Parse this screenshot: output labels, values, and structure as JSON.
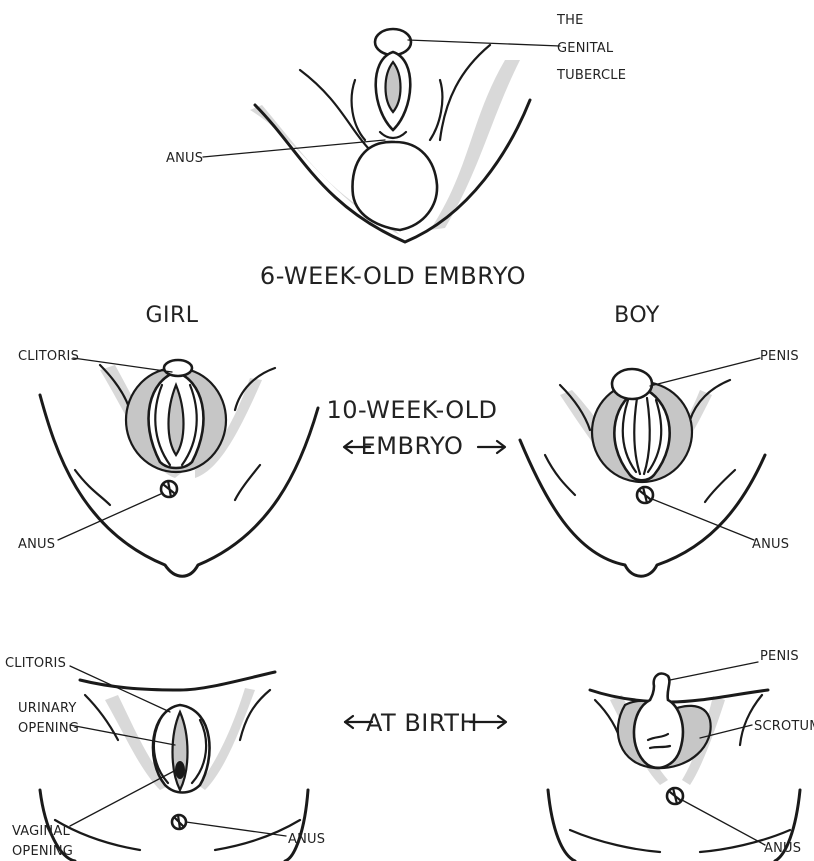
{
  "top": {
    "title": "6-WEEK-OLD EMBRYO",
    "genital_tubercle_label": [
      "THE",
      "GENITAL",
      "TUBERCLE"
    ],
    "anus_label": "ANUS"
  },
  "headings": {
    "girl": "GIRL",
    "boy": "BOY"
  },
  "middle": {
    "center_label": [
      "10-WEEK-OLD",
      "EMBRYO"
    ],
    "girl": {
      "clitoris_label": "CLITORIS",
      "anus_label": "ANUS"
    },
    "boy": {
      "penis_label": "PENIS",
      "anus_label": "ANUS"
    }
  },
  "bottom": {
    "center_label": "AT BIRTH",
    "girl": {
      "clitoris_label": "CLITORIS",
      "urinary_label": [
        "URINARY",
        "OPENING"
      ],
      "vaginal_label": [
        "VAGINAL",
        "OPENING"
      ],
      "anus_label": "ANUS"
    },
    "boy": {
      "penis_label": "PENIS",
      "scrotum_label": "SCROTUM",
      "anus_label": "ANUS"
    }
  }
}
